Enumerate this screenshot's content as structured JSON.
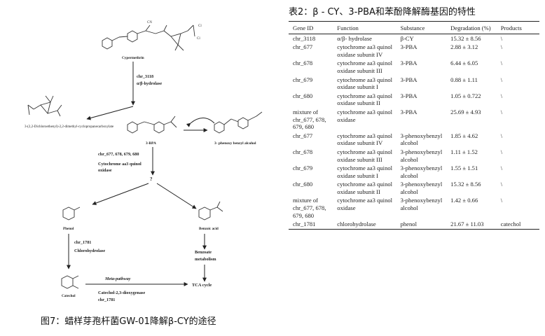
{
  "figure": {
    "caption": "图7：蜡样芽孢杆菌GW-01降解β-CY的途径",
    "nodes": {
      "cypermethrin": "Cypermethrin",
      "dcva": "3-(2,2-Dichloroethenyl)-2,2-dimethyl-cyclopropanecarboxylate",
      "bpa": "3-BPA",
      "phenoxybenzyl_alcohol": "3- phenoxy benzyl alcohol",
      "unknown": "?",
      "phenol": "Phenol",
      "benzoic_acid": "Benzoic acid",
      "catechol": "Catechol",
      "tca": "TCA cycle"
    },
    "steps": {
      "s1_gene": "chr_3118",
      "s1_enzyme": "α/β-hydrolase",
      "s2_gene": "chr_677, 678, 679, 680",
      "s2_enzyme": "Cytochrome aa3 quinol oxidase",
      "s3_gene": "chr_1781",
      "s3_enzyme": "Chlorohydrolase",
      "s4_text": "Benzoate metabolism",
      "s5_pathway": "Meta-pathway",
      "s5_enzyme": "Catechol-2,3-dioxygenase",
      "s5_gene": "chr_1781"
    }
  },
  "table": {
    "title": "表2：β - CY、3-PBA和苯酚降解酶基因的特性",
    "headers": [
      "Gene ID",
      "Function",
      "Substance",
      "Degradation (%)",
      "Products"
    ],
    "rows": [
      [
        "chr_3118",
        "α/β- hydrolase",
        "β-CY",
        "15.32 ± 8.56",
        "\\"
      ],
      [
        "chr_677",
        "cytochrome aa3 quinol oxidase subunit IV",
        "3-PBA",
        "2.88 ± 3.12",
        "\\"
      ],
      [
        "chr_678",
        "cytochrome aa3 quinol oxidase subunit III",
        "3-PBA",
        "6.44 ± 6.05",
        "\\"
      ],
      [
        "chr_679",
        "cytochrome aa3 quinol oxidase subunit I",
        "3-PBA",
        "0.88 ± 1.11",
        "\\"
      ],
      [
        "chr_680",
        "cytochrome aa3 quinol oxidase subunit II",
        "3-PBA",
        "1.05 ± 0.722",
        "\\"
      ],
      [
        "mixture of chr_677, 678, 679, 680",
        "cytochrome aa3 quinol oxidase",
        "3-PBA",
        "25.69 ± 4.93",
        "\\"
      ],
      [
        "chr_677",
        "cytochrome aa3 quinol oxidase subunit IV",
        "3-phenoxybenzyl alcohol",
        "1.85 ± 4.62",
        "\\"
      ],
      [
        "chr_678",
        "cytochrome aa3 quinol oxidase subunit III",
        "3-phenoxybenzyl alcohol",
        "1.11 ± 1.52",
        "\\"
      ],
      [
        "chr_679",
        "cytochrome aa3 quinol oxidase subunit I",
        "3-phenoxybenzyl alcohol",
        "1.55 ± 1.51",
        "\\"
      ],
      [
        "chr_680",
        "cytochrome aa3 quinol oxidase subunit II",
        "3-phenoxybenzyl alcohol",
        "15.32 ± 8.56",
        "\\"
      ],
      [
        "mixture of chr_677, 678, 679, 680",
        "cytochrome aa3 quinol oxidase",
        "3-phenoxybenzyl alcohol",
        "1.42 ± 0.66",
        "\\"
      ],
      [
        "chr_1781",
        "chlorohydrolase",
        "phenol",
        "21.67 ± 11.03",
        "catechol"
      ]
    ]
  }
}
